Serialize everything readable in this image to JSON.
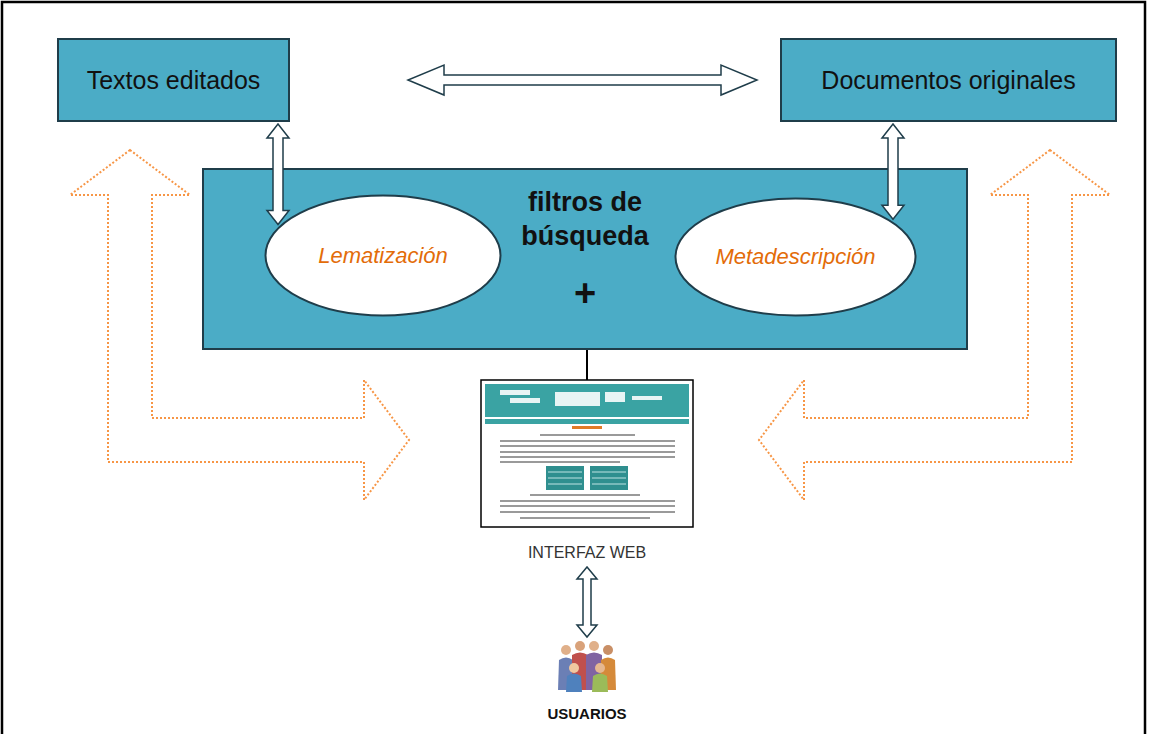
{
  "diagram": {
    "nodes": [
      {
        "text": [
          "Textos editados"
        ]
      },
      {
        "text": [
          "Documentos originales"
        ]
      },
      {
        "text": [
          "filtros de búsqueda",
          "+"
        ]
      },
      {
        "text": [
          "Lematización"
        ],
        "in": 2
      },
      {
        "text": [
          "Metadescripción"
        ],
        "in": 2
      },
      {
        "text": [
          "INTERFAZ WEB"
        ]
      },
      {
        "text": [
          "USUARIOS"
        ]
      }
    ],
    "edges": [
      {
        "from": 0,
        "to": 1,
        "arrow": "both"
      },
      {
        "from": 0,
        "to": 3,
        "arrow": "both"
      },
      {
        "from": 1,
        "to": 4,
        "arrow": "both"
      },
      {
        "from": 2,
        "to": 5,
        "arrow": "none"
      },
      {
        "from": 0,
        "to": 5,
        "arrow": "both"
      },
      {
        "from": 1,
        "to": 5,
        "arrow": "both"
      },
      {
        "from": 5,
        "to": 6,
        "arrow": "both"
      }
    ]
  }
}
